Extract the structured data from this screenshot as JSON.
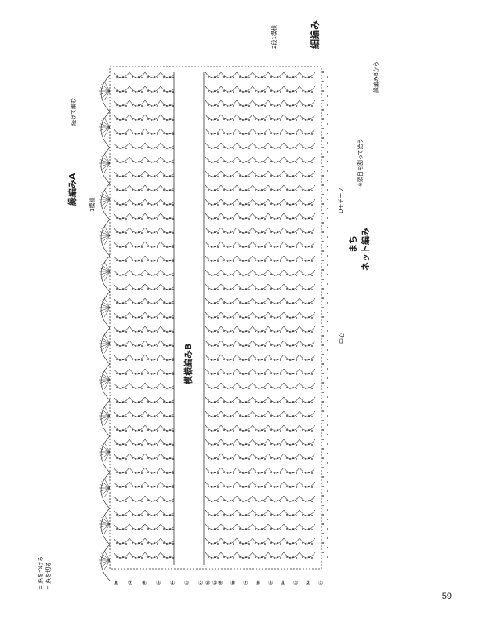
{
  "labels": {
    "edging_a": "縁編みA",
    "pattern_b": "模様編みB",
    "net": "ネット編み",
    "gusset": "まち",
    "edge_title": "細編み",
    "row_note": "2段1模様",
    "one_repeat": "1模様",
    "continue": "続けて編む",
    "note_pick": "※頭目を割って拾う",
    "start_from": "縁編みBから",
    "tape": "Dモチーフ",
    "center": "中心"
  },
  "legend": {
    "attach": "= 糸をつける",
    "cut": "= 糸を切る"
  },
  "row_marks": {
    "left": [
      "⑧",
      "⑦",
      "⑥",
      "⑤",
      "④",
      "③",
      "②",
      "①"
    ],
    "right": [
      "⑩",
      "⑨",
      "⑧",
      "⑦",
      "⑥",
      "⑤",
      "④",
      "③",
      "②",
      "①"
    ]
  },
  "page_number": "59",
  "colors": {
    "ink": "#222222",
    "paper": "#ffffff"
  }
}
